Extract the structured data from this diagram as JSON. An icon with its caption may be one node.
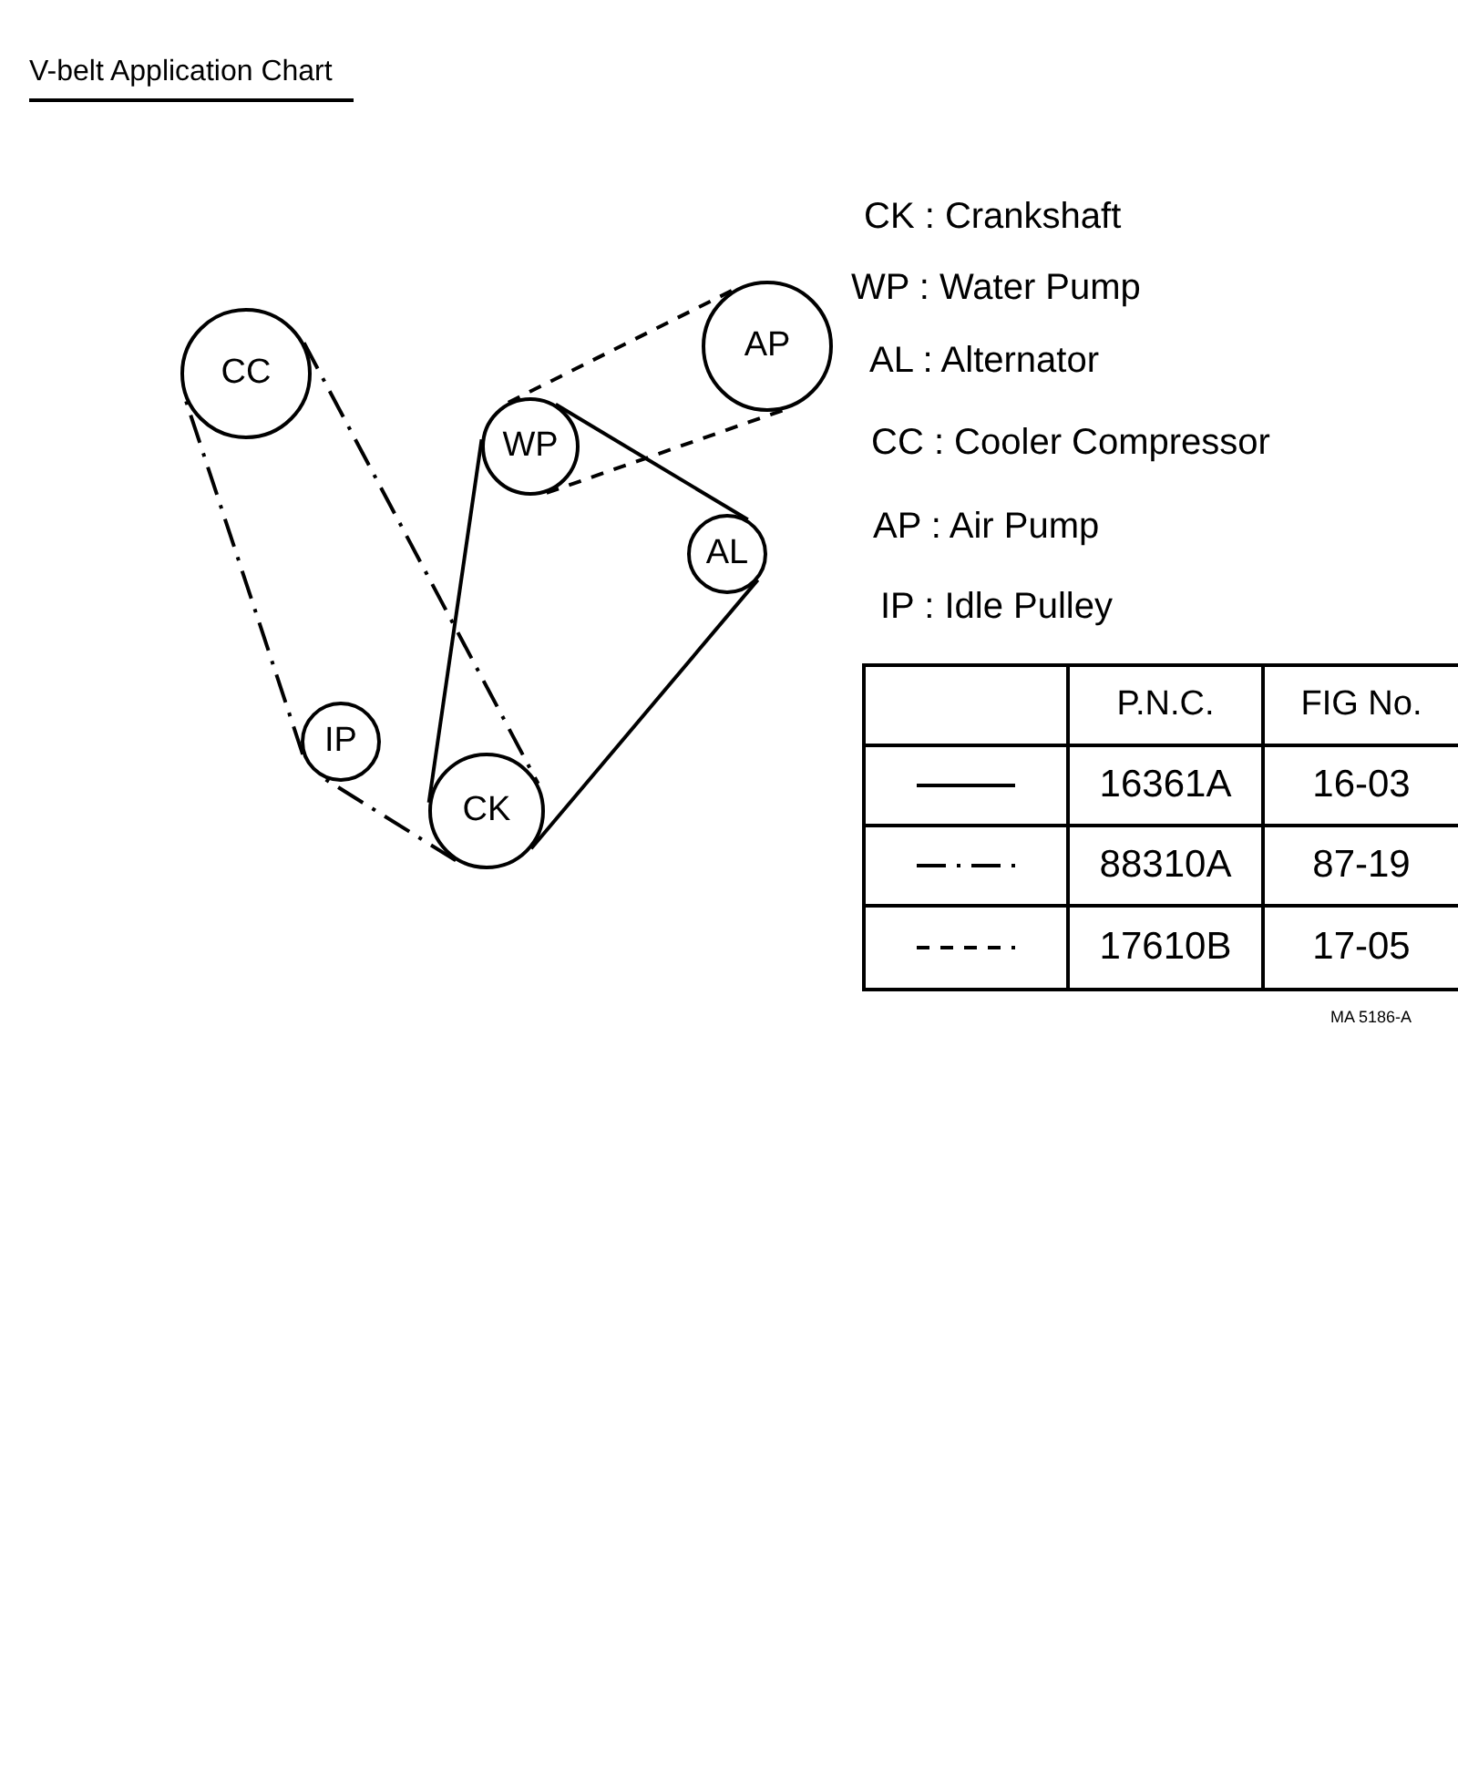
{
  "diagram": {
    "title": "V-belt Application Chart",
    "nodes": [
      {
        "text": [
          "CC"
        ]
      },
      {
        "text": [
          "AP"
        ]
      },
      {
        "text": [
          "WP"
        ]
      },
      {
        "text": [
          "AL"
        ]
      },
      {
        "text": [
          "IP"
        ]
      },
      {
        "text": [
          "CK"
        ]
      }
    ],
    "edges": [
      {
        "from": 5,
        "to": 2,
        "arrow": "none"
      },
      {
        "from": 2,
        "to": 3,
        "arrow": "none"
      },
      {
        "from": 3,
        "to": 5,
        "arrow": "none"
      },
      {
        "from": 0,
        "to": 5,
        "arrow": "none",
        "style": "dashed"
      },
      {
        "from": 5,
        "to": 4,
        "arrow": "none",
        "style": "dashed"
      },
      {
        "from": 4,
        "to": 0,
        "arrow": "none",
        "style": "dashed"
      },
      {
        "from": 2,
        "to": 1,
        "arrow": "none",
        "style": "dashed"
      },
      {
        "from": 2,
        "to": 1,
        "arrow": "none",
        "style": "dashed"
      }
    ],
    "labels": [
      "CK : Crankshaft",
      "WP : Water Pump",
      "AL : Alternator",
      "CC : Cooler Compressor",
      "AP : Air Pump",
      "IP : Idle Pulley",
      "P.N.C.",
      "FIG No.",
      "16361A",
      "16-03",
      "88310A",
      "87-19",
      "17610B",
      "17-05",
      "MA 5186-A"
    ]
  }
}
